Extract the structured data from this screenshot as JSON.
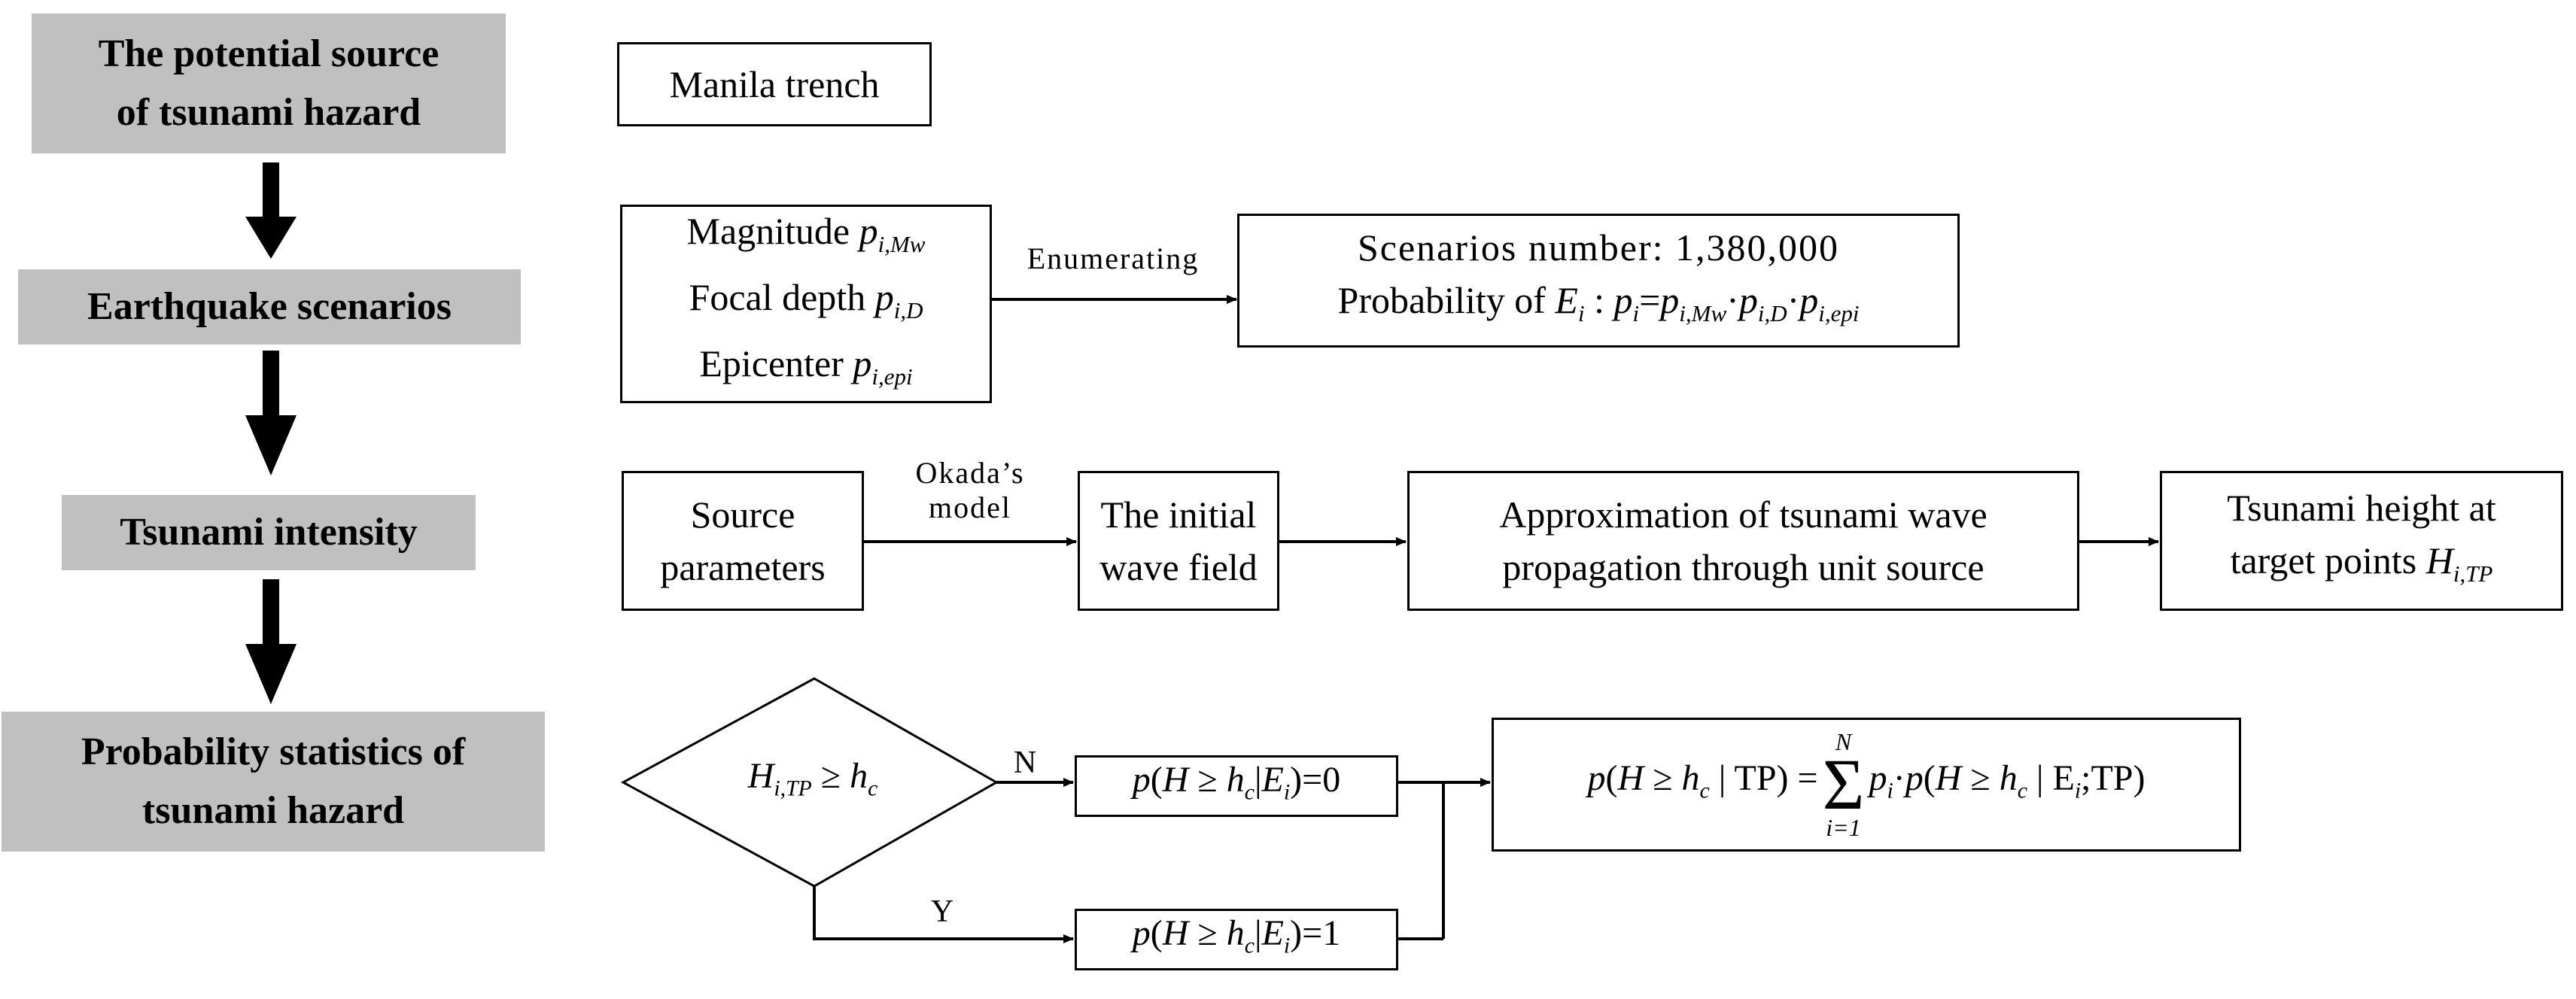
{
  "stages": [
    {
      "line1": "The potential source",
      "line2": "of tsunami hazard"
    },
    {
      "line1": "Earthquake scenarios",
      "line2": ""
    },
    {
      "line1": "Tsunami intensity",
      "line2": ""
    },
    {
      "line1": "Probability statistics of",
      "line2": "tsunami hazard"
    }
  ],
  "source_box": "Manila trench",
  "params": {
    "magnitude": "Magnitude",
    "magnitude_sym": "p",
    "magnitude_sub": "i,Mw",
    "focal": "Focal depth",
    "focal_sym": "p",
    "focal_sub": "i,D",
    "epicenter": "Epicenter",
    "epicenter_sym": "p",
    "epicenter_sub": "i,epi"
  },
  "enumerating_label": "Enumerating",
  "scenarios": {
    "line1": "Scenarios number: 1,380,000",
    "line2_prefix": "Probability of",
    "line2_formula": "E_i : p_i = p_i,Mw · p_i,D · p_i,epi"
  },
  "okada_label": {
    "line1": "Okada’s",
    "line2": "model"
  },
  "intensity_chain": [
    {
      "line1": "Source",
      "line2": "parameters"
    },
    {
      "line1": "The initial",
      "line2": "wave field"
    },
    {
      "line1": "Approximation of tsunami wave",
      "line2": "propagation through unit source"
    },
    {
      "line1": "Tsunami height at",
      "line2": "target points",
      "sym": "H",
      "sub": "i,TP"
    }
  ],
  "decision": {
    "sym": "H",
    "sub": "i,TP",
    "rel": "≥",
    "rhs": "h",
    "rhs_sub": "c"
  },
  "branch_n": "N",
  "branch_y": "Y",
  "result_zero": "p(H ≥ h_c|E_i)=0",
  "result_one": "p(H ≥ h_c|E_i)=1",
  "final_formula": "p(H ≥ h_c | TP) = Σ_{i=1}^{N} p_i · p(H ≥ h_c | E_i;TP)",
  "sum_upper": "N",
  "sum_lower": "i=1"
}
